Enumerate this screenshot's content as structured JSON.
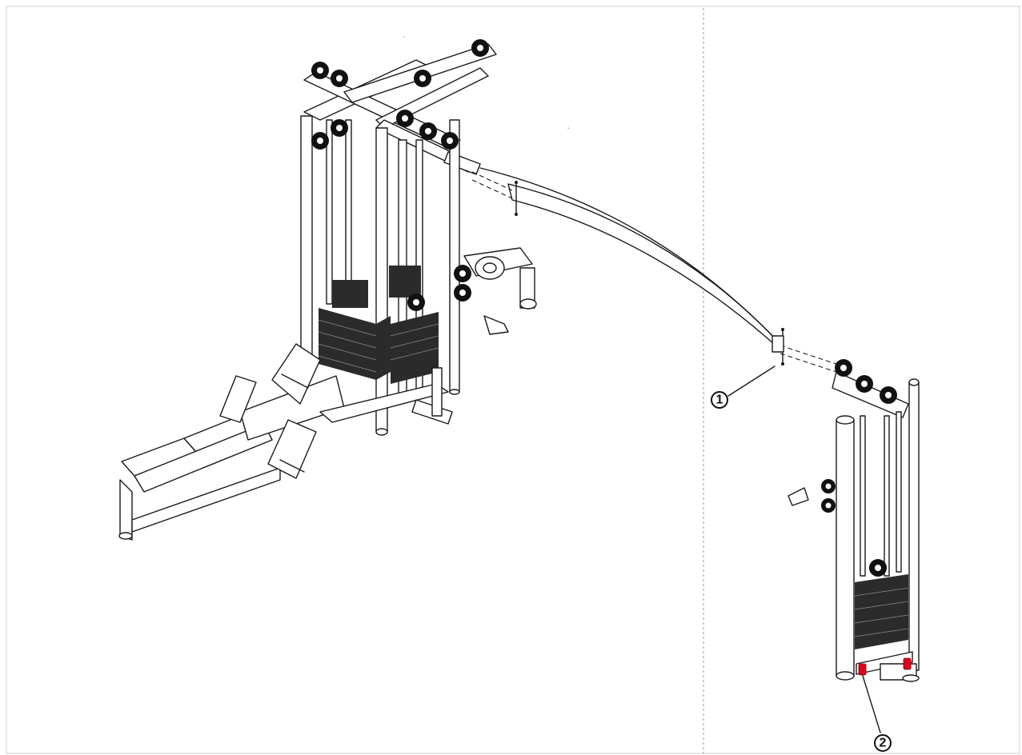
{
  "diagram": {
    "callouts": [
      {
        "label": "1",
        "target": "beam-to-tower-joint"
      },
      {
        "label": "2",
        "target": "floor-anchor-bolts"
      }
    ],
    "colors": {
      "line": "#1a1a1a",
      "weight_plates": "#2b2b2b",
      "anchor_bolt": "#e0001b",
      "divider": "#9a9a9a"
    }
  }
}
